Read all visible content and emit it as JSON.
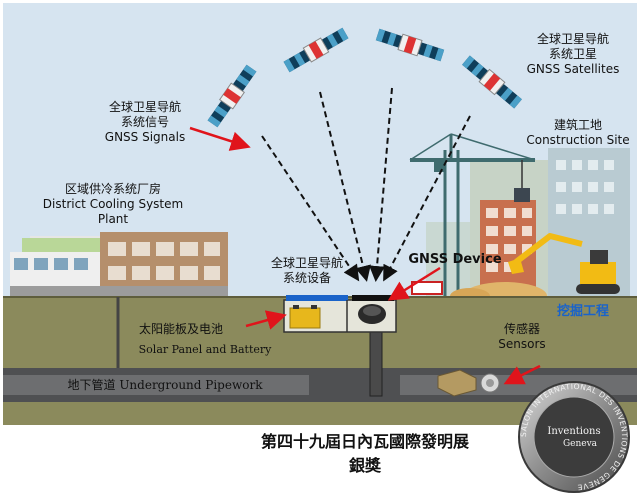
{
  "labels": {
    "satellites_zh_1": "全球卫星导航",
    "satellites_zh_2": "系统卫星",
    "satellites_en": "GNSS Satellites",
    "signals_zh_1": "全球卫星导航",
    "signals_zh_2": "系统信号",
    "signals_en": "GNSS Signals",
    "construction_zh": "建筑工地",
    "construction_en": "Construction Site",
    "cooling_zh": "区域供冷系统厂房",
    "cooling_en_1": "District Cooling System",
    "cooling_en_2": "Plant",
    "equipment_zh_1": "全球卫星导航",
    "equipment_zh_2": "系统设备",
    "gnss_device": "GNSS Device",
    "excavation_zh": "挖掘工程",
    "solar_zh": "太阳能板及电池",
    "solar_en": "Solar Panel and Battery",
    "sensors_zh": "传感器",
    "sensors_en": "Sensors",
    "pipework": "地下管道 Underground Pipework"
  },
  "footer": {
    "line1": "第四十九屆日內瓦國際發明展",
    "line2": "銀獎"
  },
  "medal": {
    "text_ring": "SALON INTERNATIONAL DES INVENTIONS DE GENEVE",
    "text_center_1": "Inventions",
    "text_center_2": "Geneva"
  },
  "colors": {
    "sky": "#d6e4f0",
    "ground": "#8b8a5c",
    "pipe": "#4f5052",
    "arrow_red": "#e0141b",
    "label_blue": "#1a63c9"
  }
}
